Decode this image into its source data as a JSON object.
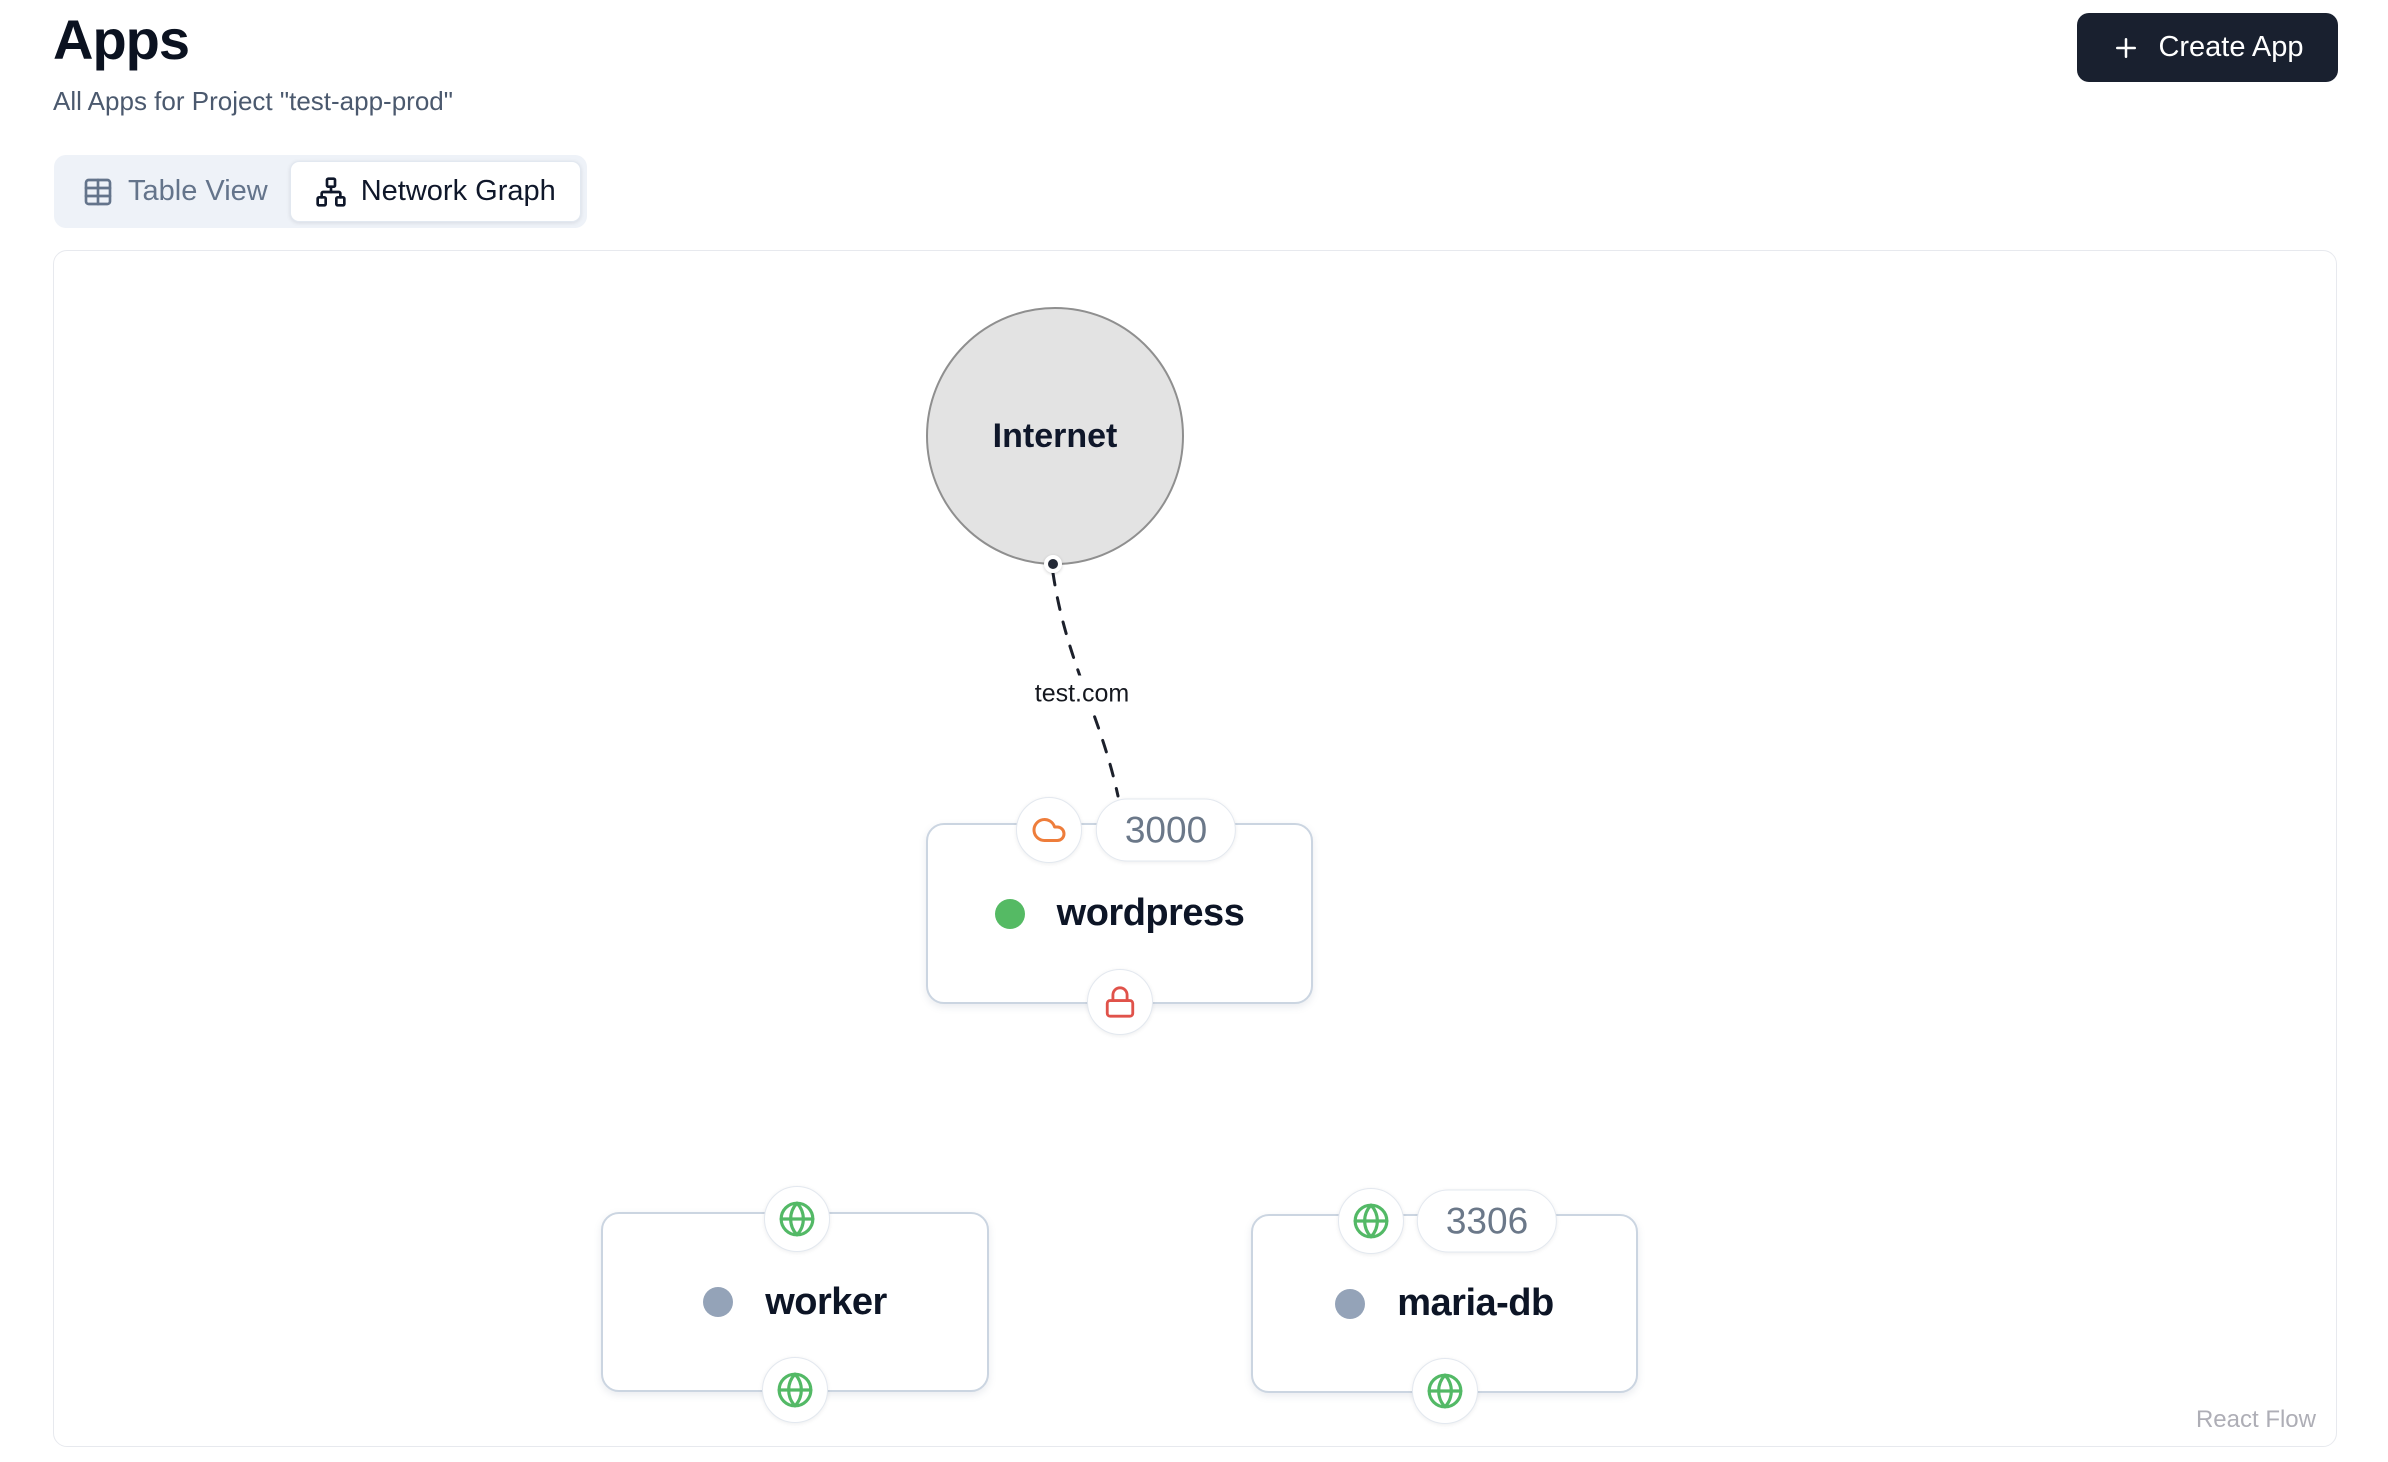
{
  "page": {
    "title": "Apps",
    "subtitle": "All Apps for Project \"test-app-prod\""
  },
  "toolbar": {
    "create_app_label": "Create App",
    "create_app_icon": "plus-icon"
  },
  "view_tabs": {
    "table_label": "Table View",
    "table_icon": "table-icon",
    "network_label": "Network Graph",
    "network_icon": "network-icon",
    "active_tab": "Network Graph"
  },
  "graph": {
    "attribution": "React Flow",
    "nodes": {
      "internet": {
        "label": "Internet",
        "type": "external-circle"
      },
      "wordpress": {
        "name": "wordpress",
        "port": "3000",
        "status": "running",
        "status_color": "#55ba64",
        "top_badges": [
          "cloud-icon",
          "port-3000"
        ],
        "bottom_badge": "lock-icon"
      },
      "worker": {
        "name": "worker",
        "status": "stopped",
        "status_color": "#94a3b8",
        "top_badges": [
          "globe-icon"
        ],
        "bottom_badge": "globe-icon"
      },
      "mariadb": {
        "name": "maria-db",
        "port": "3306",
        "status": "stopped",
        "status_color": "#94a3b8",
        "top_badges": [
          "globe-icon",
          "port-3306"
        ],
        "bottom_badge": "globe-icon"
      }
    },
    "edges": [
      {
        "from": "internet",
        "to": "wordpress",
        "label": "test.com",
        "style": "dashed"
      }
    ]
  },
  "colors": {
    "button_dark": "#19202f",
    "status_running": "#55ba64",
    "status_stopped": "#94a3b8",
    "icon_orange": "#ee7d3b",
    "icon_red": "#e0524a",
    "icon_green": "#53b966",
    "node_border": "#cbd5e1",
    "canvas_border": "#e7e9ee",
    "internet_fill": "#e3e3e3",
    "internet_border": "#8f8f8f",
    "muted_text": "#64748b",
    "title_text": "#0b1220"
  }
}
